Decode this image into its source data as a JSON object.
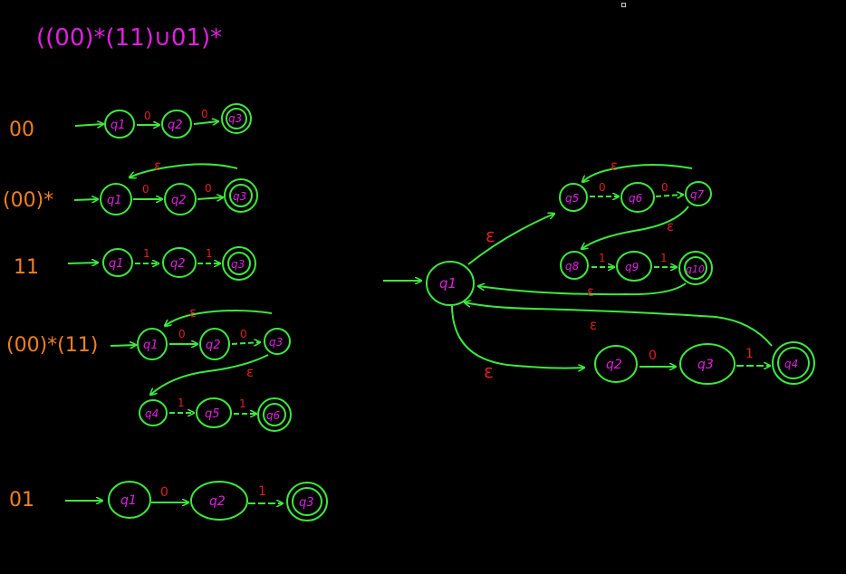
{
  "colors": {
    "background": "#000000",
    "regex": "#e020e0",
    "fragment_label": "#f08020",
    "state_circle": "#3ee83e",
    "state_name": "#e020e0",
    "transition_arrow": "#3ee83e",
    "transition_symbol": "#e02020"
  },
  "regex": {
    "text": "((00)*(11)∪01)*"
  },
  "fragments": {
    "f00": {
      "label": "00",
      "states": [
        "q1",
        "q2",
        "q3"
      ],
      "symbols": [
        "0",
        "0"
      ]
    },
    "f00star": {
      "label": "(00)*",
      "states": [
        "q1",
        "q2",
        "q3"
      ],
      "symbols": [
        "0",
        "0"
      ],
      "epsilon": "ε"
    },
    "f11": {
      "label": "11",
      "states": [
        "q1",
        "q2",
        "q3"
      ],
      "symbols": [
        "1",
        "1"
      ]
    },
    "fconcat": {
      "label": "(00)*(11)",
      "states": [
        "q1",
        "q2",
        "q3",
        "q4",
        "q5",
        "q6"
      ],
      "symbols": [
        "0",
        "0",
        "1",
        "1"
      ],
      "epsilon_loop": "ε",
      "epsilon_link": "ε"
    },
    "f01": {
      "label": "01",
      "states": [
        "q1",
        "q2",
        "q3"
      ],
      "symbols": [
        "0",
        "1"
      ]
    }
  },
  "combined": {
    "start_state": "q1",
    "upper_states": [
      "q5",
      "q6",
      "q7",
      "q8",
      "q9",
      "q10"
    ],
    "upper_symbols": [
      "0",
      "0",
      "1",
      "1"
    ],
    "lower_states": [
      "q2",
      "q3",
      "q4"
    ],
    "lower_symbols": [
      "0",
      "1"
    ],
    "epsilon": "ε"
  }
}
